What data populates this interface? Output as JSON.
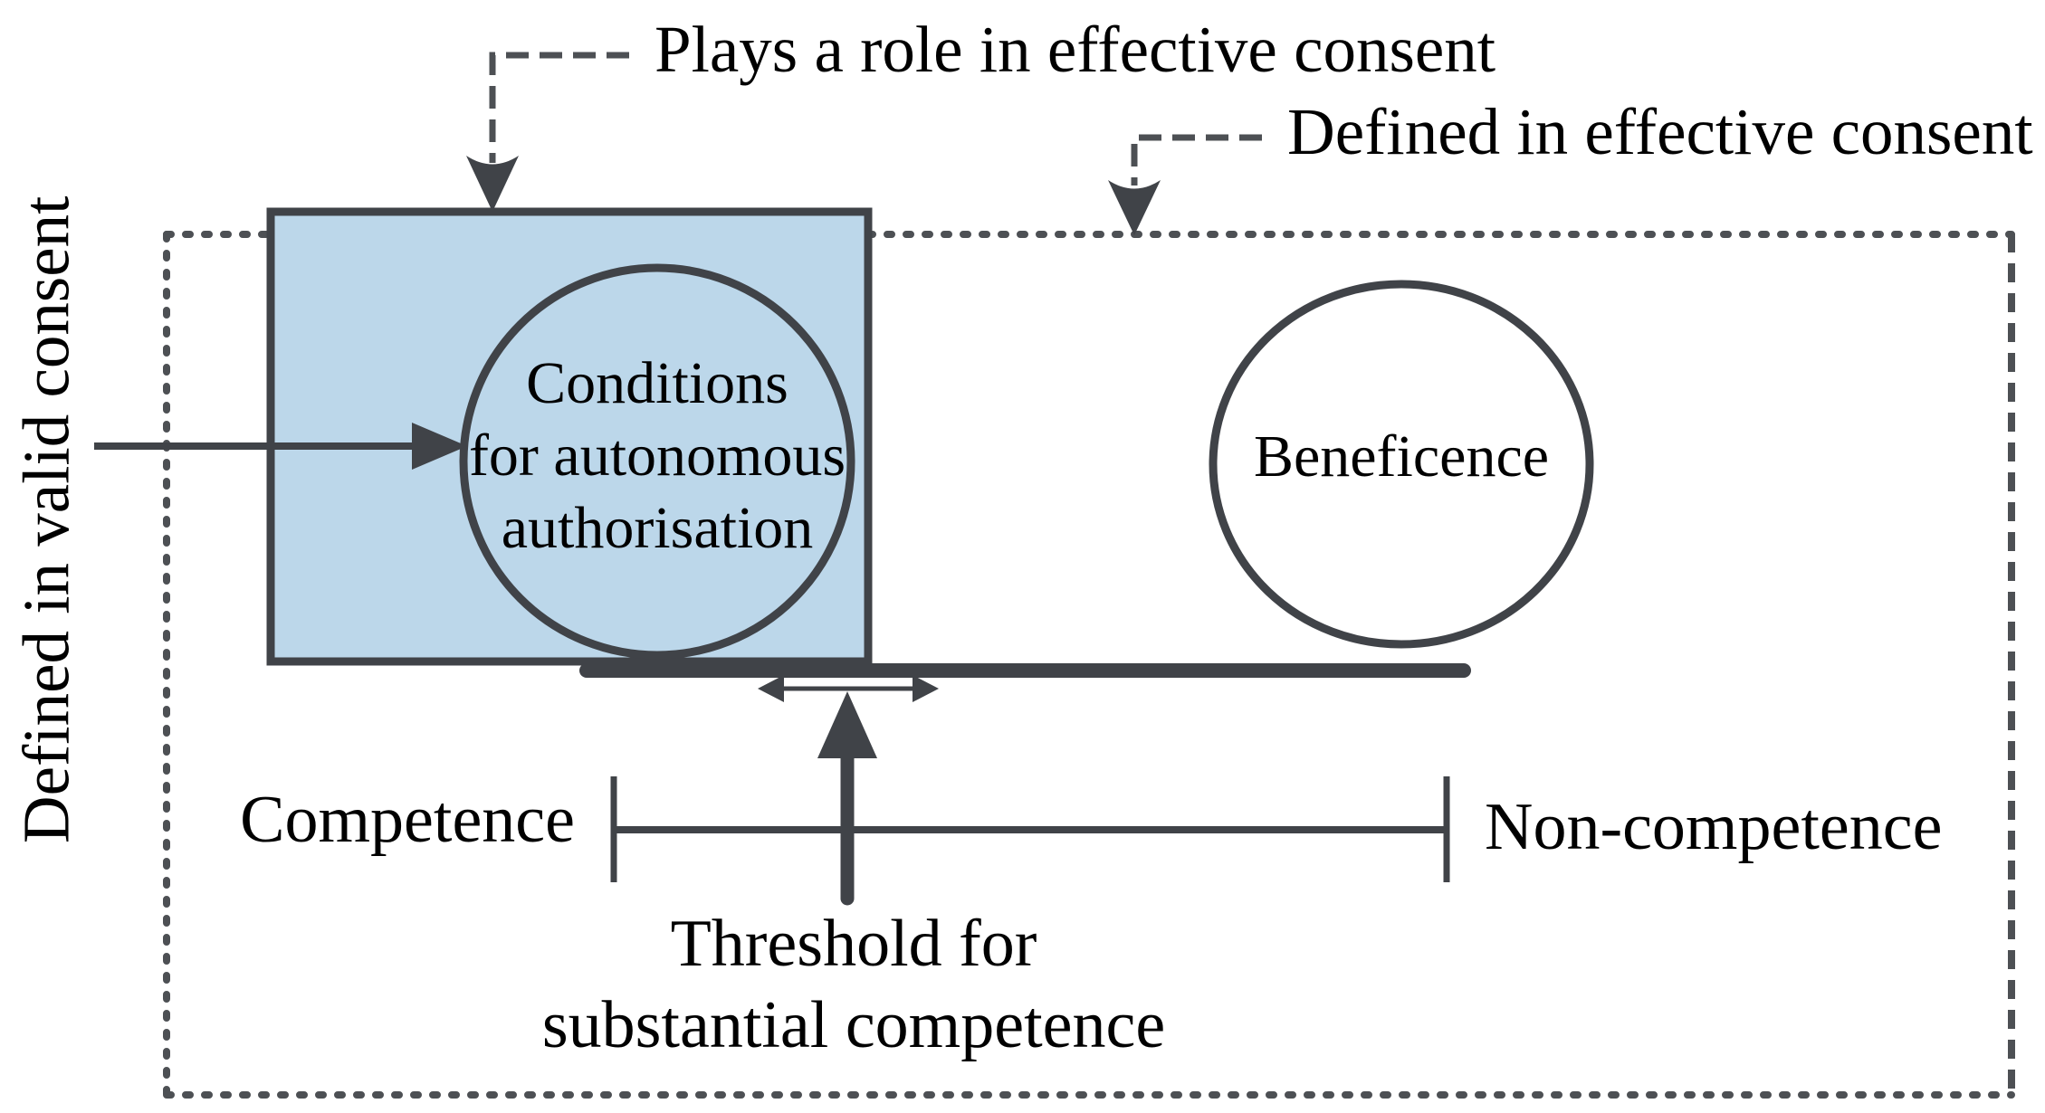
{
  "diagram": {
    "title_labels": {
      "plays_role": "Plays a role in effective consent",
      "defined_effective": "Defined in effective consent",
      "defined_valid": "Defined in valid consent"
    },
    "shapes": {
      "conditions_circle_text": "Conditions\nfor autonomous\nauthorisation",
      "beneficence_circle_text": "Beneficence"
    },
    "axis_labels": {
      "competence": "Competence",
      "non_competence": "Non-competence",
      "threshold": "Threshold for\nsubstantial competence"
    },
    "colors": {
      "box_fill": "#bcd7ea",
      "line": "#404348",
      "dotted": "#4d5054",
      "text": "#000000",
      "background": "#ffffff"
    }
  }
}
